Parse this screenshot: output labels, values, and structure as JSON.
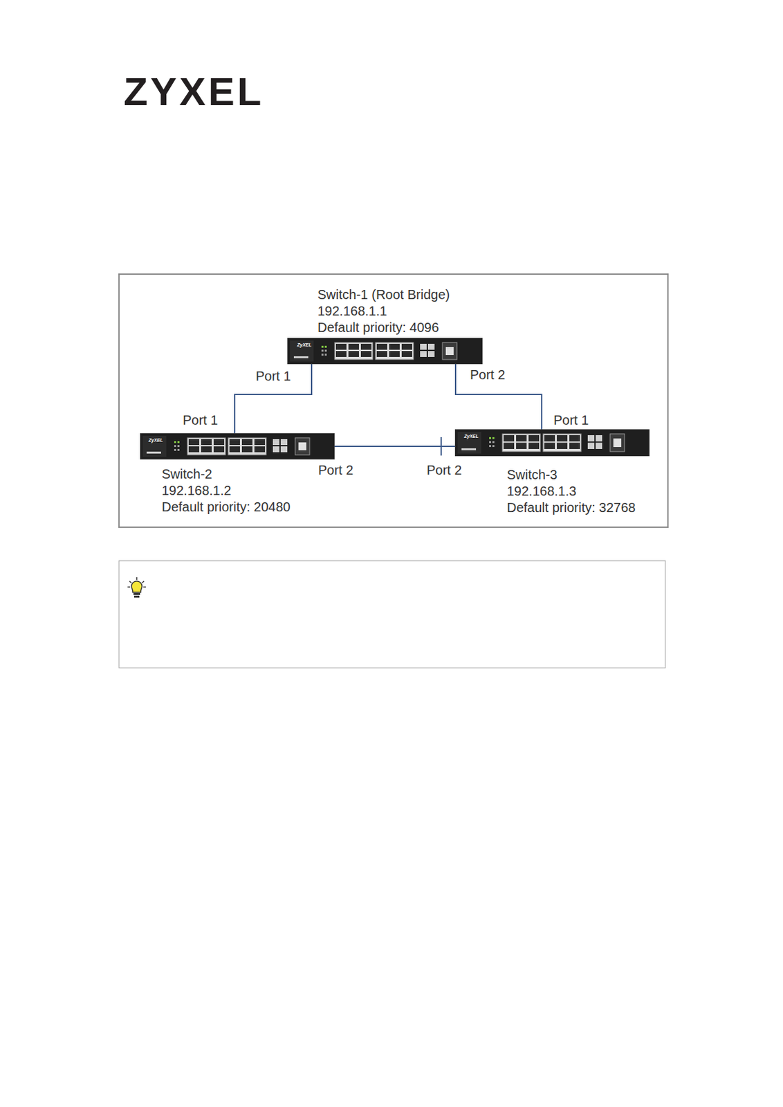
{
  "diagram": {
    "nodes": [
      {
        "text": [
          "Switch-1 (Root Bridge)",
          "192.168.1.1",
          "Default priority: 4096"
        ]
      },
      {
        "text": [
          "Switch-2",
          "192.168.1.2",
          "Default priority: 20480"
        ]
      },
      {
        "text": [
          "Switch-3",
          "192.168.1.3",
          "Default priority: 32768"
        ]
      }
    ],
    "edges": [
      {
        "from": 0,
        "to": 1,
        "arrow": "none"
      },
      {
        "from": 0,
        "to": 2,
        "arrow": "none"
      },
      {
        "from": 1,
        "to": 2,
        "arrow": "none"
      }
    ],
    "labels": [
      "ZYXEL",
      "Port 1",
      "Port 2",
      "Port 1",
      "Port 2",
      "Port 2",
      "Port 1",
      "ZyXEL",
      "ZyXEL",
      "ZyXEL"
    ]
  }
}
